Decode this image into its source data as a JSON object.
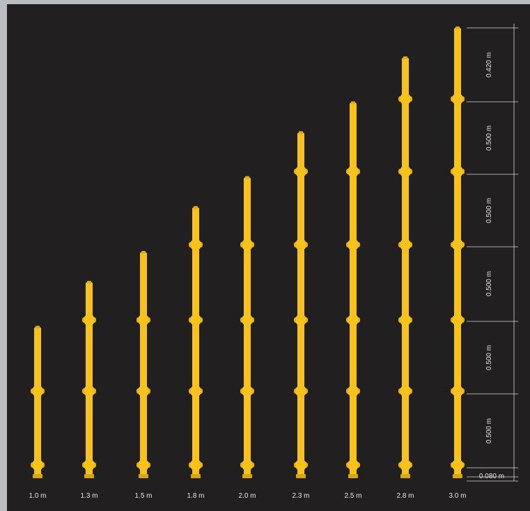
{
  "background_color": "#221f20",
  "frame_color": "#b9bcc0",
  "standard_color": "#f7c21a",
  "dimension_line_color": "#d9d9d9",
  "text_color": "#e6e6e6",
  "standards": [
    {
      "label": "1.0 m",
      "length_m": 1.0,
      "nodes": 2
    },
    {
      "label": "1.3 m",
      "length_m": 1.3,
      "nodes": 3
    },
    {
      "label": "1.5 m",
      "length_m": 1.5,
      "nodes": 3
    },
    {
      "label": "1.8 m",
      "length_m": 1.8,
      "nodes": 4
    },
    {
      "label": "2.0 m",
      "length_m": 2.0,
      "nodes": 4
    },
    {
      "label": "2.3 m",
      "length_m": 2.3,
      "nodes": 5
    },
    {
      "label": "2.5 m",
      "length_m": 2.5,
      "nodes": 5
    },
    {
      "label": "2.8 m",
      "length_m": 2.8,
      "nodes": 6
    },
    {
      "label": "3.0 m",
      "length_m": 3.0,
      "nodes": 6
    }
  ],
  "dimensions": {
    "base": "0.080 m",
    "segments": [
      "0.500 m",
      "0.500 m",
      "0.500 m",
      "0.500 m",
      "0.500 m"
    ],
    "top": "0.420 m"
  }
}
